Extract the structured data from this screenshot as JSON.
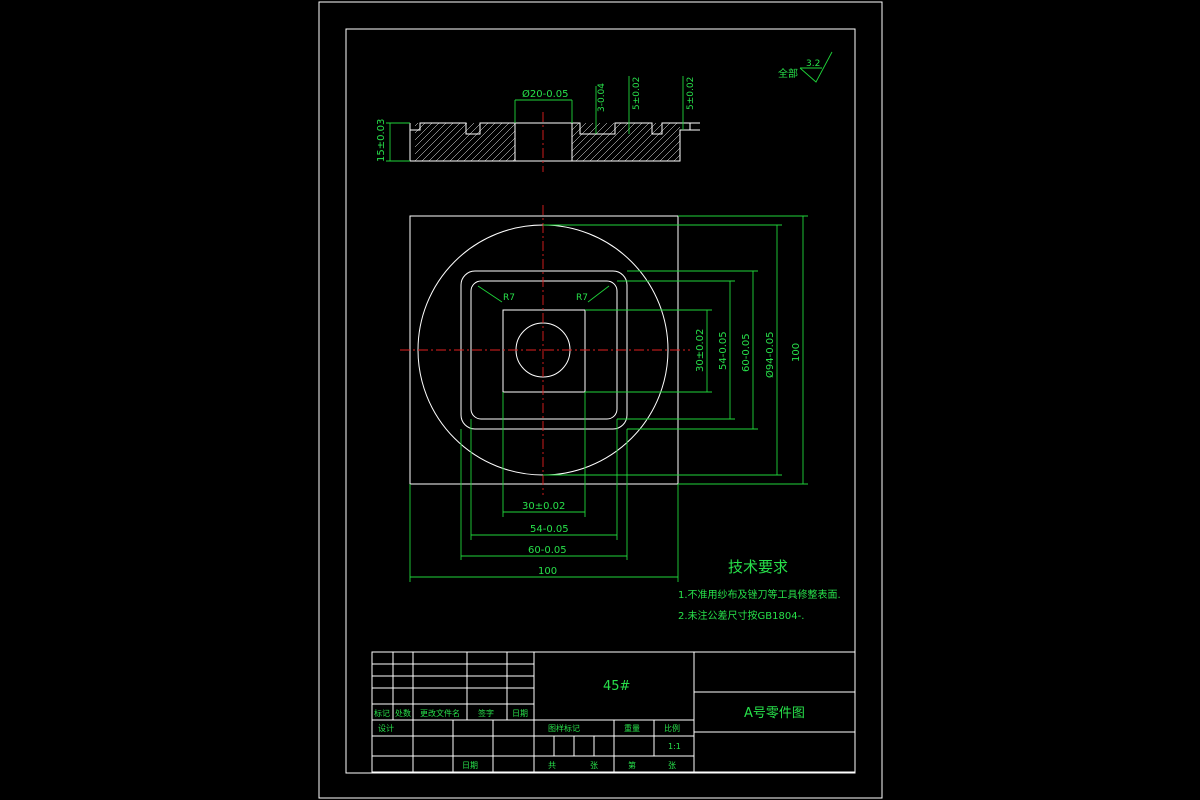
{
  "roughness": {
    "prefix": "全部",
    "value": "3.2"
  },
  "section_view": {
    "dims": {
      "bore": "Ø20-0.05",
      "depth_a": "3-0.04",
      "depth_b": "5±0.02",
      "depth_c": "5±0.02",
      "thickness": "15±0.03"
    }
  },
  "plan_view": {
    "fillet_left": "R7",
    "fillet_right": "R7",
    "horizontal_dims": [
      "30±0.02",
      "54-0.05",
      "60-0.05",
      "100"
    ],
    "vertical_dims": [
      "30±0.02",
      "54-0.05",
      "60-0.05",
      "Ø94-0.05",
      "100"
    ]
  },
  "tech_requirements": {
    "title": "技术要求",
    "items": [
      "1.不准用纱布及锉刀等工具修整表面.",
      "2.未注公差尺寸按GB1804-."
    ]
  },
  "title_block": {
    "material": "45#",
    "part_name": "A号零件图",
    "scale": "1:1",
    "row_headers": [
      "标记",
      "处数",
      "更改文件名",
      "签字",
      "日期"
    ],
    "designer_label": "设计",
    "date_label": "日期",
    "stage_headers": [
      "图样标记",
      "重量",
      "比例"
    ],
    "sheet_labels": [
      "共",
      "张",
      "第",
      "张"
    ]
  }
}
